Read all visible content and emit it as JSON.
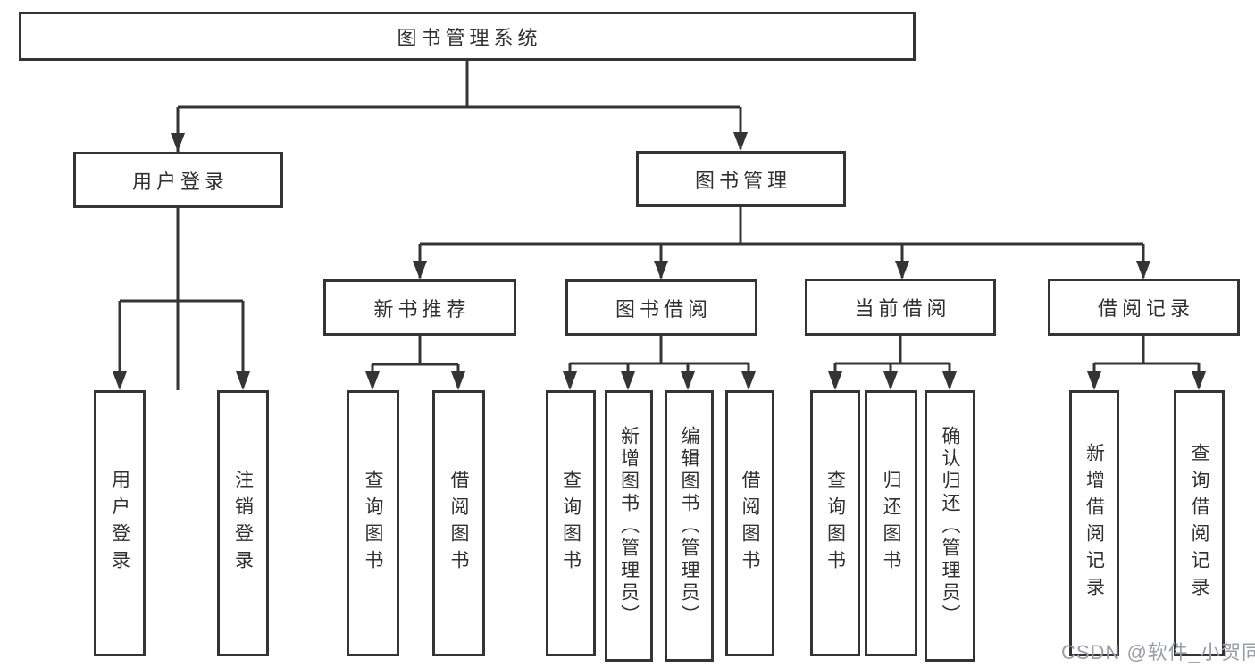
{
  "diagram": {
    "root": {
      "label": "图书管理系统",
      "children": [
        {
          "label": "用户登录",
          "children": [
            {
              "label": "用户登录"
            },
            {
              "label": "注销登录"
            }
          ]
        },
        {
          "label": "图书管理",
          "children": [
            {
              "label": "新书推荐",
              "children": [
                {
                  "label": "查询图书"
                },
                {
                  "label": "借阅图书"
                }
              ]
            },
            {
              "label": "图书借阅",
              "children": [
                {
                  "label": "查询图书"
                },
                {
                  "label": "新增图书（管理员）"
                },
                {
                  "label": "编辑图书（管理员）"
                },
                {
                  "label": "借阅图书"
                }
              ]
            },
            {
              "label": "当前借阅",
              "children": [
                {
                  "label": "查询图书"
                },
                {
                  "label": "归还图书"
                },
                {
                  "label": "确认归还（管理员）"
                }
              ]
            },
            {
              "label": "借阅记录",
              "children": [
                {
                  "label": "新增借阅记录"
                },
                {
                  "label": "查询借阅记录"
                }
              ]
            }
          ]
        }
      ]
    }
  },
  "watermark": {
    "text": "CSDN @软件_小贺同学"
  },
  "colors": {
    "line": "#343434",
    "text": "#303030",
    "background": "#ffffff",
    "watermark": "#9a9da5"
  }
}
